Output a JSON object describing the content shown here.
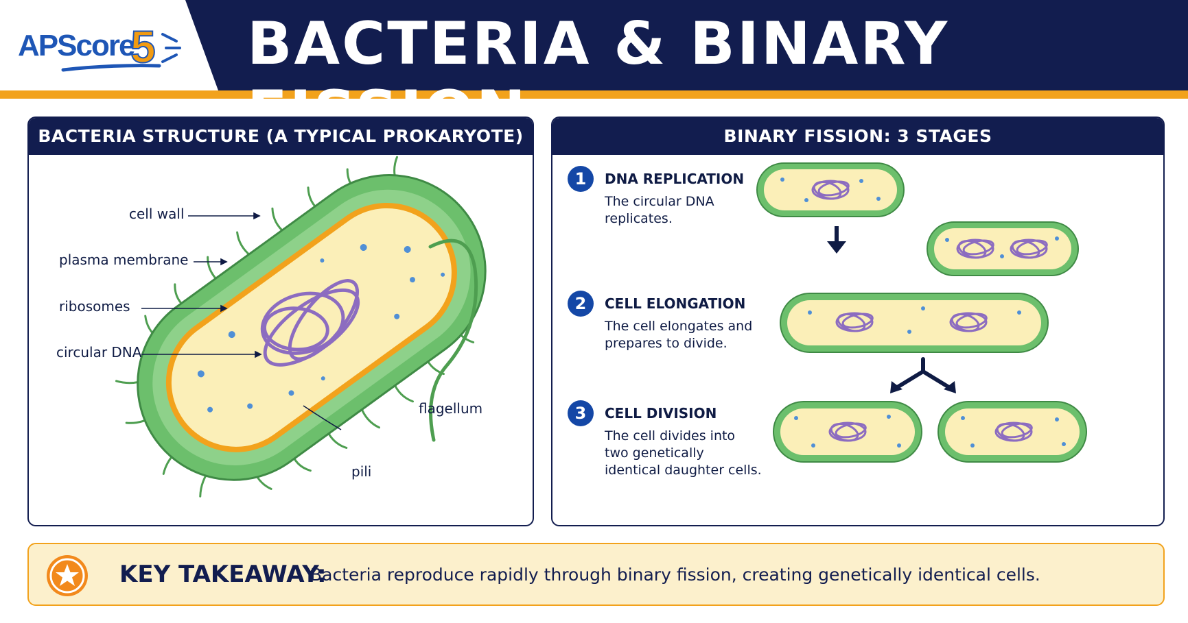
{
  "header": {
    "logo_ap": "APScore",
    "logo_num": "5",
    "title": "BACTERIA & BINARY FISSION"
  },
  "structure_panel": {
    "heading": "BACTERIA STRUCTURE (A TYPICAL PROKARYOTE)",
    "labels": {
      "cell_wall": "cell wall",
      "plasma_membrane": "plasma membrane",
      "ribosomes": "ribosomes",
      "circular_dna": "circular DNA",
      "flagellum": "flagellum",
      "pili": "pili"
    }
  },
  "fission_panel": {
    "heading": "BINARY FISSION: 3 STAGES",
    "stages": [
      {
        "num": "1",
        "title": "DNA REPLICATION",
        "text": "The circular DNA replicates."
      },
      {
        "num": "2",
        "title": "CELL ELONGATION",
        "text": "The cell elongates and prepares to divide."
      },
      {
        "num": "3",
        "title": "CELL DIVISION",
        "text": "The cell divides into two genetically identical daughter cells."
      }
    ]
  },
  "takeaway": {
    "label": "KEY TAKEAWAY:",
    "text": "Bacteria reproduce rapidly through binary fission, creating genetically identical cells."
  },
  "colors": {
    "navy": "#121d4f",
    "orange": "#f2a21c",
    "cell_wall_green": "#6cbf6c",
    "cytoplasm": "#fbefb8",
    "membrane_orange": "#f2a21c",
    "dna_purple": "#8c6cc0",
    "ribosome_blue": "#4f8fd6",
    "stage_blue": "#1447a6"
  },
  "icons": [
    "star-icon",
    "arrow-down-icon",
    "split-arrow-icon"
  ]
}
